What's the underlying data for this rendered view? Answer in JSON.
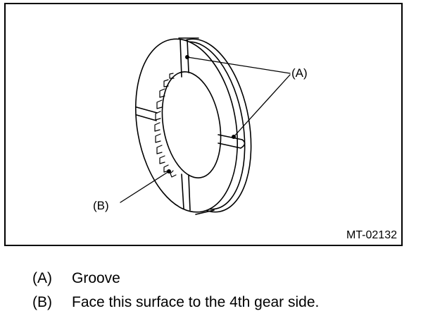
{
  "figure": {
    "code": "MT-02132",
    "callouts": {
      "a": "(A)",
      "b": "(B)"
    }
  },
  "legend": [
    {
      "key": "(A)",
      "text": "Groove"
    },
    {
      "key": "(B)",
      "text": "Face this surface to the 4th gear side."
    }
  ]
}
